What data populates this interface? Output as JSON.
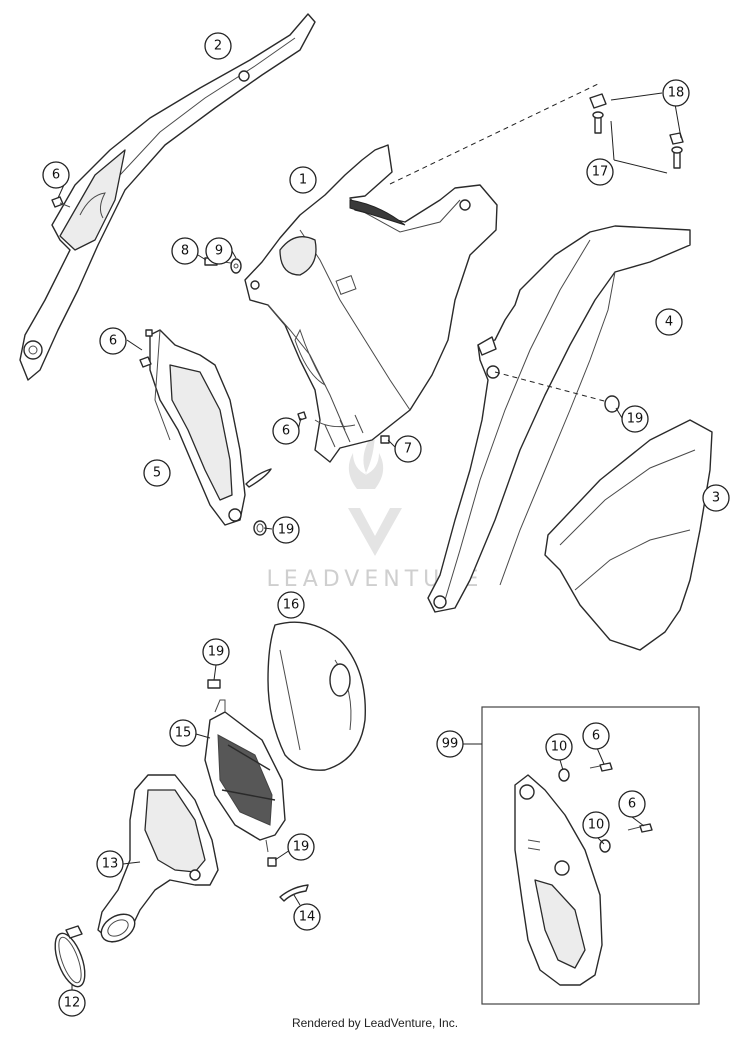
{
  "callouts": [
    {
      "id": "c2",
      "label": "2"
    },
    {
      "id": "c1",
      "label": "1"
    },
    {
      "id": "c18",
      "label": "18"
    },
    {
      "id": "c17",
      "label": "17"
    },
    {
      "id": "c6a",
      "label": "6"
    },
    {
      "id": "c8",
      "label": "8"
    },
    {
      "id": "c9",
      "label": "9"
    },
    {
      "id": "c4",
      "label": "4"
    },
    {
      "id": "c6b",
      "label": "6"
    },
    {
      "id": "c6c",
      "label": "6"
    },
    {
      "id": "c7",
      "label": "7"
    },
    {
      "id": "c19a",
      "label": "19"
    },
    {
      "id": "c5",
      "label": "5"
    },
    {
      "id": "c19b",
      "label": "19"
    },
    {
      "id": "c3",
      "label": "3"
    },
    {
      "id": "c16",
      "label": "16"
    },
    {
      "id": "c19c",
      "label": "19"
    },
    {
      "id": "c15",
      "label": "15"
    },
    {
      "id": "c99",
      "label": "99"
    },
    {
      "id": "c10a",
      "label": "10"
    },
    {
      "id": "c6d",
      "label": "6"
    },
    {
      "id": "c10b",
      "label": "10"
    },
    {
      "id": "c6e",
      "label": "6"
    },
    {
      "id": "c13",
      "label": "13"
    },
    {
      "id": "c19d",
      "label": "19"
    },
    {
      "id": "c14",
      "label": "14"
    },
    {
      "id": "c12",
      "label": "12"
    }
  ],
  "watermark": "LEADVENTURE",
  "footer": "Rendered by LeadVenture, Inc."
}
